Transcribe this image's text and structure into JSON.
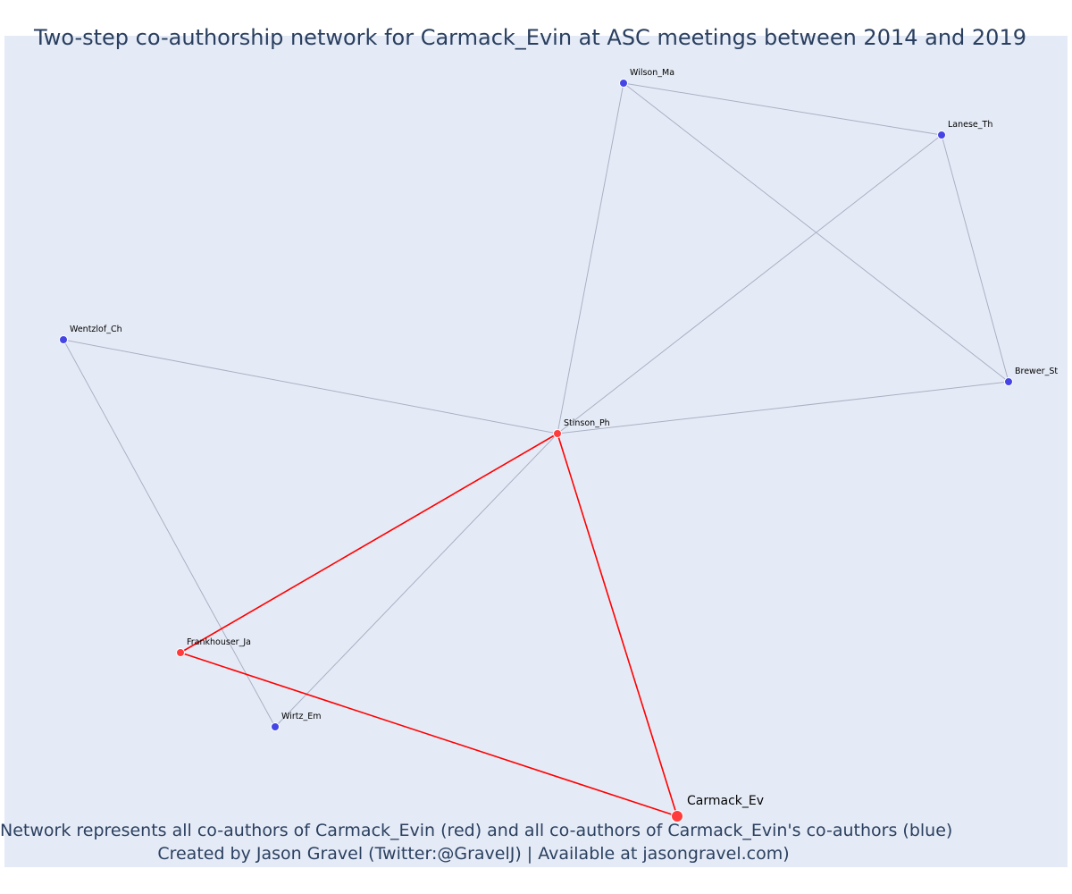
{
  "title": "Two-step co-authorship network for Carmack_Evin at ASC meetings between 2014 and 2019",
  "caption": {
    "line1": "Network represents all co-authors of Carmack_Evin (red) and all co-authors of Carmack_Evin's co-authors (blue)",
    "line2": "Created by Jason Gravel (Twitter:@GravelJ) | Available at jasongravel.com)"
  },
  "colors": {
    "background": "#e5ebf6",
    "direct_node": "#ff3b3b",
    "indirect_node": "#4545e6",
    "direct_edge": "#ff0000",
    "indirect_edge": "#aab0c4",
    "text": "#2a3f5f"
  },
  "nodes": [
    {
      "id": "Wilson_Ma",
      "label": "Wilson_Ma",
      "group": "indirect"
    },
    {
      "id": "Lanese_Th",
      "label": "Lanese_Th",
      "group": "indirect"
    },
    {
      "id": "Wentzlof_Ch",
      "label": "Wentzlof_Ch",
      "group": "indirect"
    },
    {
      "id": "Brewer_St",
      "label": "Brewer_St",
      "group": "indirect"
    },
    {
      "id": "Stinson_Ph",
      "label": "Stinson_Ph",
      "group": "direct"
    },
    {
      "id": "Frankhouser_Ja",
      "label": "Frankhouser_Ja",
      "group": "direct"
    },
    {
      "id": "Wirtz_Em",
      "label": "Wirtz_Em",
      "group": "indirect"
    },
    {
      "id": "Carmack_Ev",
      "label": "Carmack_Ev",
      "group": "focal"
    }
  ],
  "edges": [
    {
      "source": "Wilson_Ma",
      "target": "Lanese_Th",
      "type": "indirect"
    },
    {
      "source": "Wilson_Ma",
      "target": "Brewer_St",
      "type": "indirect"
    },
    {
      "source": "Wilson_Ma",
      "target": "Stinson_Ph",
      "type": "indirect"
    },
    {
      "source": "Lanese_Th",
      "target": "Brewer_St",
      "type": "indirect"
    },
    {
      "source": "Lanese_Th",
      "target": "Stinson_Ph",
      "type": "indirect"
    },
    {
      "source": "Wentzlof_Ch",
      "target": "Stinson_Ph",
      "type": "indirect"
    },
    {
      "source": "Wentzlof_Ch",
      "target": "Wirtz_Em",
      "type": "indirect"
    },
    {
      "source": "Brewer_St",
      "target": "Stinson_Ph",
      "type": "indirect"
    },
    {
      "source": "Stinson_Ph",
      "target": "Wirtz_Em",
      "type": "indirect"
    },
    {
      "source": "Stinson_Ph",
      "target": "Frankhouser_Ja",
      "type": "direct"
    },
    {
      "source": "Stinson_Ph",
      "target": "Carmack_Ev",
      "type": "direct"
    },
    {
      "source": "Frankhouser_Ja",
      "target": "Carmack_Ev",
      "type": "direct"
    }
  ]
}
